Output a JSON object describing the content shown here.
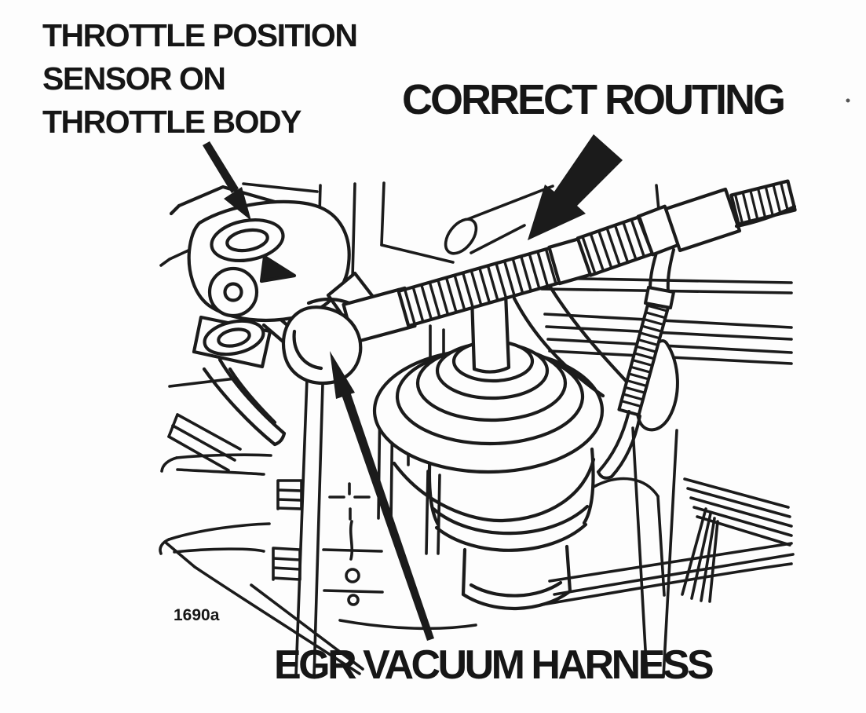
{
  "figure": {
    "callouts": {
      "tps_label_line1": "THROTTLE POSITION",
      "tps_label_line2": "SENSOR ON",
      "tps_label_line3": "THROTTLE BODY",
      "routing_label": "CORRECT ROUTING",
      "egr_label": "EGR VACUUM HARNESS",
      "figure_number": "1690a"
    },
    "colors": {
      "ink": "#1b1b1b",
      "paper": "#fdfdfd"
    }
  }
}
